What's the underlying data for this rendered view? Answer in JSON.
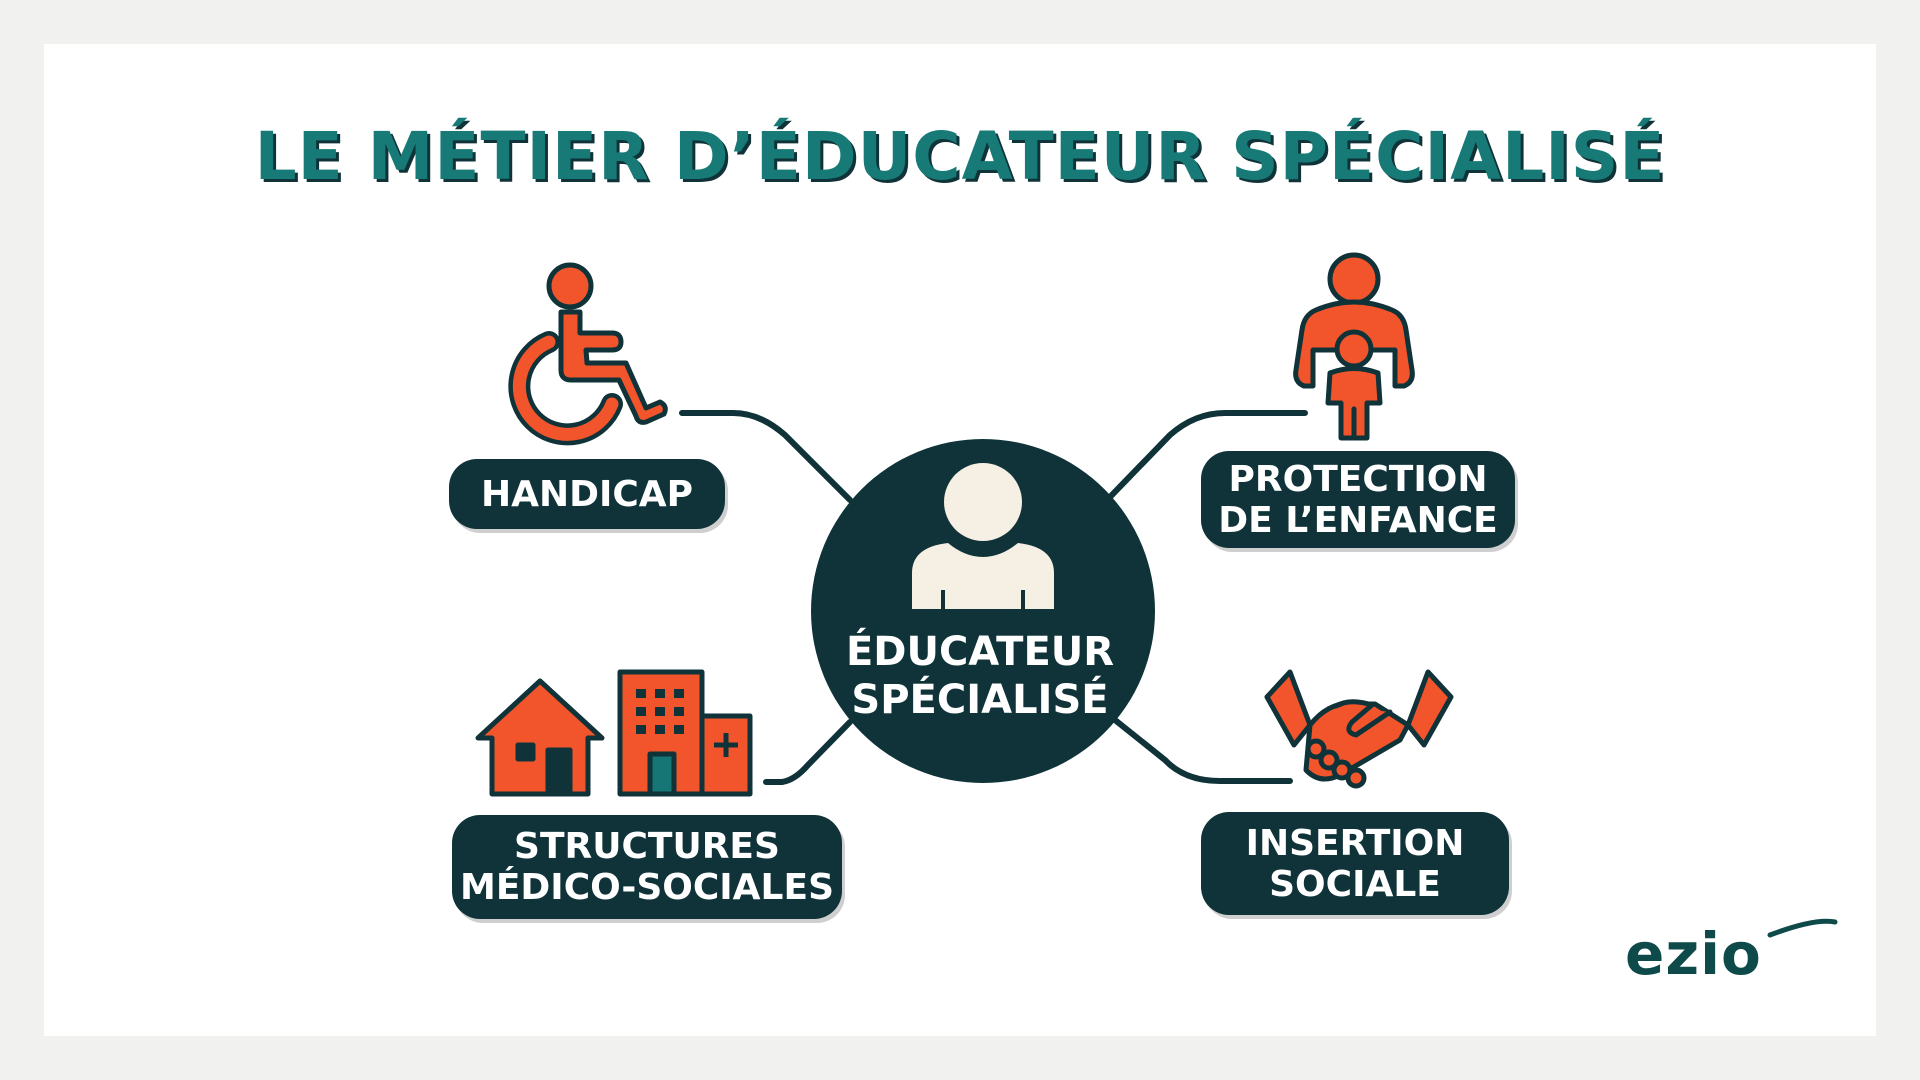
{
  "title": "LE MÉTIER D’ÉDUCATEUR SPÉCIALISÉ",
  "center": {
    "label_line1": "ÉDUCATEUR",
    "label_line2": "SPÉCIALISÉ",
    "icon": "person-icon"
  },
  "branches": {
    "handicap": {
      "label_line1": "HANDICAP",
      "icon": "wheelchair-icon"
    },
    "protection": {
      "label_line1": "PROTECTION",
      "label_line2": "DE L’ENFANCE",
      "icon": "parent-child-icon"
    },
    "structures": {
      "label_line1": "STRUCTURES",
      "label_line2": "MÉDICO-SOCIALES",
      "icon": "buildings-icon"
    },
    "insertion": {
      "label_line1": "INSERTION",
      "label_line2": "SOCIALE",
      "icon": "handshake-icon"
    }
  },
  "logo": {
    "text": "ezio"
  },
  "colors": {
    "title": "#177a76",
    "dark": "#0f3338",
    "accent": "#f2552c",
    "cream": "#f5efe4"
  }
}
